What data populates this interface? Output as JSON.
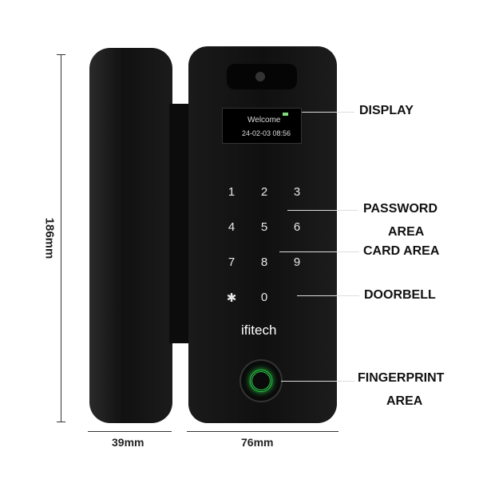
{
  "dimensions": {
    "height": "186mm",
    "side_width": "39mm",
    "front_width": "76mm"
  },
  "screen": {
    "line1": "Welcome",
    "line2": "24-02-03 08:56"
  },
  "keypad": [
    "1",
    "2",
    "3",
    "4",
    "5",
    "6",
    "7",
    "8",
    "9",
    "✱",
    "0"
  ],
  "brand": "ifitech",
  "labels": {
    "display": "DISPLAY",
    "password": "PASSWORD",
    "password2": "AREA",
    "card": "CARD AREA",
    "doorbell": "DOORBELL",
    "fingerprint": "FINGERPRINT",
    "fingerprint2": "AREA"
  },
  "colors": {
    "body": "#141414",
    "fingerprint": "#2bd44a"
  }
}
